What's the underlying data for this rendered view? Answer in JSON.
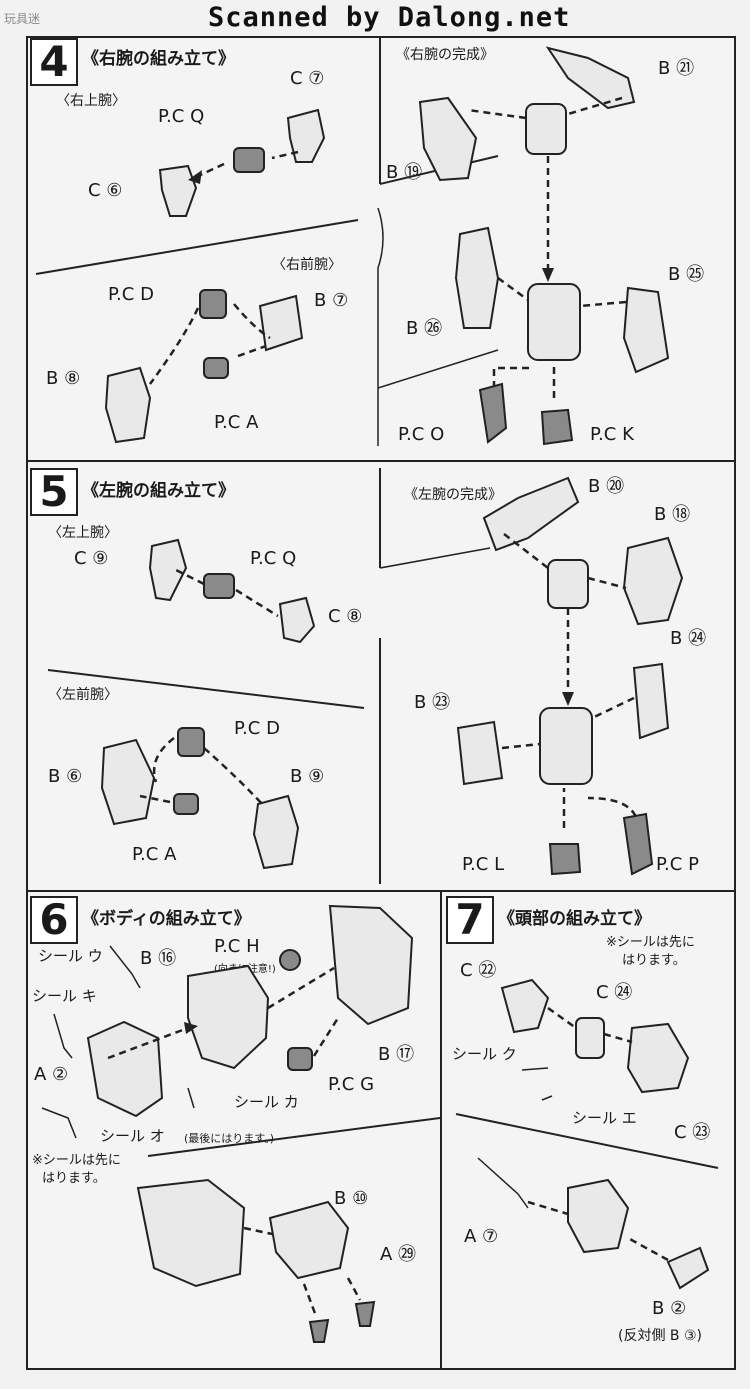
{
  "header": {
    "watermark": "玩具迷",
    "scanned_by": "Scanned by Dalong.net"
  },
  "step4": {
    "number": "4",
    "title": "《右腕の組み立て》",
    "upper_arm": {
      "heading": "〈右上腕〉",
      "labels": [
        "P.C Q",
        "C ⑦",
        "C ⑥"
      ]
    },
    "forearm": {
      "heading": "〈右前腕〉",
      "labels": [
        "P.C D",
        "B ⑦",
        "B ⑧",
        "P.C A"
      ]
    },
    "complete": {
      "heading": "《右腕の完成》",
      "labels": [
        "B ㉑",
        "B ⑲",
        "B ㉕",
        "B ㉖",
        "P.C O",
        "P.C K"
      ]
    }
  },
  "step5": {
    "number": "5",
    "title": "《左腕の組み立て》",
    "upper_arm": {
      "heading": "〈左上腕〉",
      "labels": [
        "C ⑨",
        "P.C Q",
        "C ⑧"
      ]
    },
    "forearm": {
      "heading": "〈左前腕〉",
      "labels": [
        "P.C D",
        "B ⑥",
        "B ⑨",
        "P.C A"
      ]
    },
    "complete": {
      "heading": "《左腕の完成》",
      "labels": [
        "B ⑳",
        "B ⑱",
        "B ㉔",
        "B ㉓",
        "P.C L",
        "P.C P"
      ]
    }
  },
  "step6": {
    "number": "6",
    "title": "《ボディの組み立て》",
    "labels": [
      "シール ウ",
      "B ⑯",
      "P.C H",
      "シール キ",
      "A ②",
      "B ⑰",
      "P.C G",
      "シール カ",
      "シール オ",
      "B ⑩",
      "A ㉙"
    ],
    "pch_note": "(向きに注意!)",
    "seal_o_note": "(最後にはります。)",
    "note_line1": "※シールは先に",
    "note_line2": "はります。"
  },
  "step7": {
    "number": "7",
    "title": "《頭部の組み立て》",
    "note_line1": "※シールは先に",
    "note_line2": "はります。",
    "labels": [
      "C ㉒",
      "C ㉔",
      "シール ク",
      "シール エ",
      "C ㉓",
      "A ⑦",
      "B ②"
    ],
    "opposite": "(反対側 B ③)"
  }
}
